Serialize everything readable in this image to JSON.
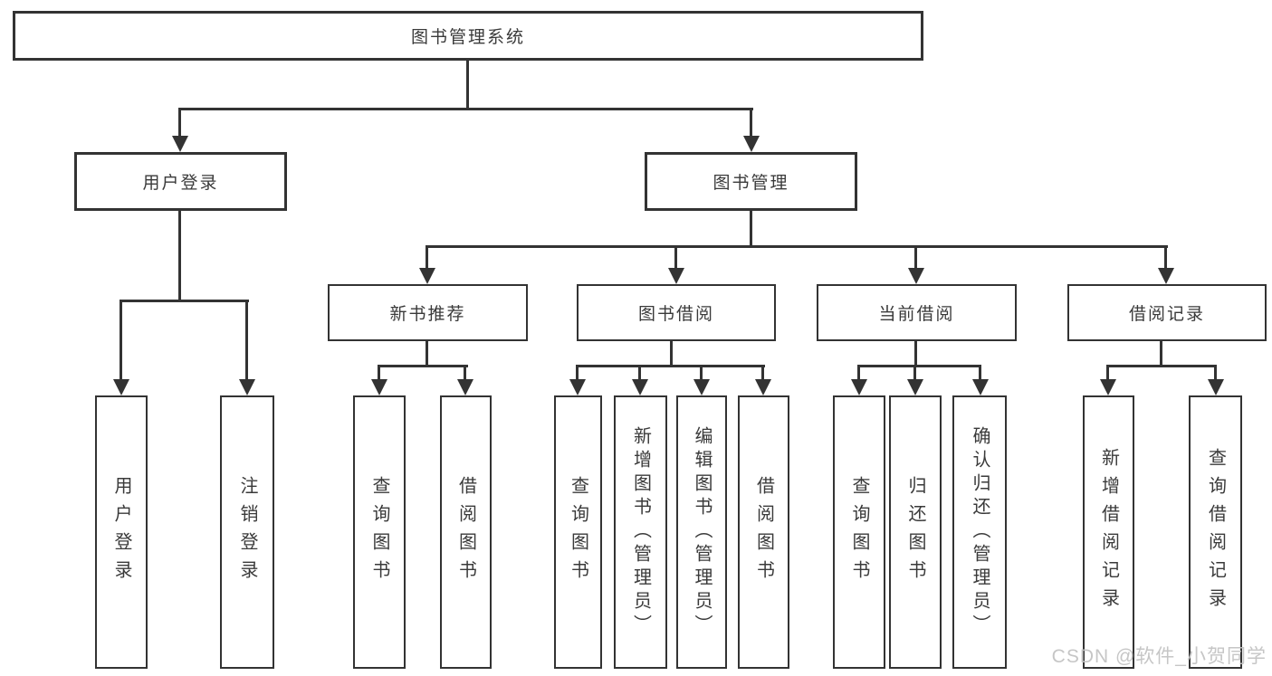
{
  "diagram": {
    "root": {
      "label": "图书管理系统"
    },
    "user_login": {
      "label": "用户登录",
      "children": [
        {
          "label": "用户登录"
        },
        {
          "label": "注销登录"
        }
      ]
    },
    "book_manage": {
      "label": "图书管理",
      "sections": [
        {
          "label": "新书推荐",
          "children": [
            {
              "label": "查询图书"
            },
            {
              "label": "借阅图书"
            }
          ]
        },
        {
          "label": "图书借阅",
          "children": [
            {
              "label": "查询图书"
            },
            {
              "label": "新增图书（管理员）"
            },
            {
              "label": "编辑图书（管理员）"
            },
            {
              "label": "借阅图书"
            }
          ]
        },
        {
          "label": "当前借阅",
          "children": [
            {
              "label": "查询图书"
            },
            {
              "label": "归还图书"
            },
            {
              "label": "确认归还（管理员）"
            }
          ]
        },
        {
          "label": "借阅记录",
          "children": [
            {
              "label": "新增借阅记录"
            },
            {
              "label": "查询借阅记录"
            }
          ]
        }
      ]
    }
  },
  "watermark": {
    "text": "CSDN @软件_小贺同学"
  },
  "colors": {
    "line": "#333333",
    "text": "#3a3a3a",
    "background": "#ffffff",
    "watermark": "#c3c3c3"
  }
}
